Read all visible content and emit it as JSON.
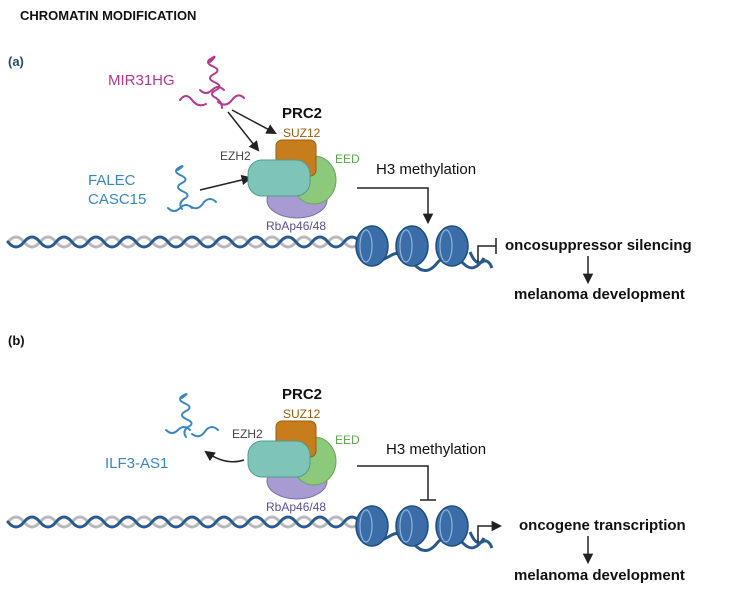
{
  "title": "CHROMATIN MODIFICATION",
  "panel_a": {
    "label": "(a)",
    "rna_top": "MIR31HG",
    "rna_left_line1": "FALEC",
    "rna_left_line2": "CASC15",
    "complex_title": "PRC2",
    "suz12": "SUZ12",
    "ezh2": "EZH2",
    "eed": "EED",
    "rbap": "RbAp46/48",
    "h3": "H3 methylation",
    "outcome": "oncosuppressor silencing",
    "result": "melanoma development"
  },
  "panel_b": {
    "label": "(b)",
    "rna": "ILF3-AS1",
    "complex_title": "PRC2",
    "suz12": "SUZ12",
    "ezh2": "EZH2",
    "eed": "EED",
    "rbap": "RbAp46/48",
    "h3": "H3 methylation",
    "outcome": "oncogene transcription",
    "result": "melanoma development"
  },
  "colors": {
    "dna_dark": "#2a5a8c",
    "dna_light": "#b8b8b8",
    "suz12": "#c77d1c",
    "ezh2": "#7ec4b8",
    "eed": "#8cc97a",
    "rbap": "#a89bd1",
    "mir31hg": "#b5388f",
    "lncrna_blue": "#3a86c4"
  }
}
